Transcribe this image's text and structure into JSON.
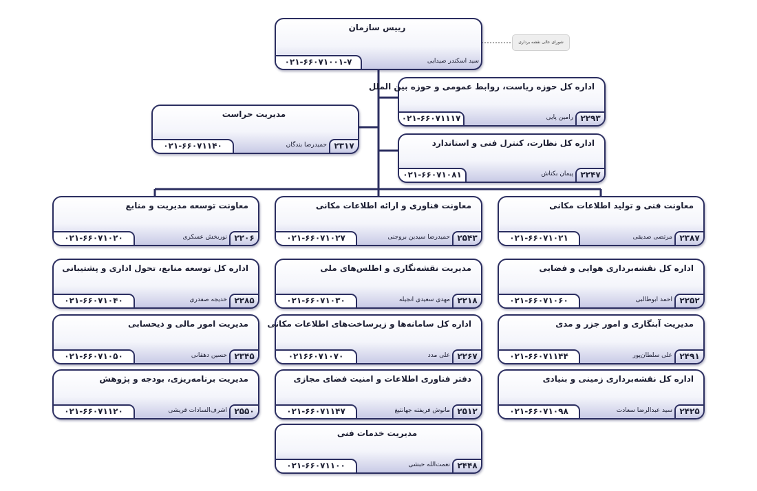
{
  "note": {
    "label": "شورای عالی نقشه برداری"
  },
  "cards": [
    {
      "id": "head",
      "title": "رییس سازمان",
      "ext": "",
      "person": "سید اسکندر صیدایی",
      "phone": "۰۲۱-۶۶۰۷۱۰۰۱-۷"
    },
    {
      "id": "c1",
      "title": "اداره کل حوزه ریاست، روابط عمومی و حوزه بین الملل",
      "ext": "۲۲۹۳",
      "person": "رامین پایی",
      "phone": "۰۲۱-۶۶۰۷۱۱۱۷"
    },
    {
      "id": "c2",
      "title": "مدیریت حراست",
      "ext": "۲۳۱۷",
      "person": "حمیدرضا بندگان",
      "phone": "۰۲۱-۶۶۰۷۱۱۴۰"
    },
    {
      "id": "c3",
      "title": "اداره کل نظارت، کنترل فنی و استاندارد",
      "ext": "۲۲۴۷",
      "person": "پیمان بکتاش",
      "phone": "۰۲۱-۶۶۰۷۱۰۸۱"
    },
    {
      "id": "r1",
      "title": "معاونت فنی و تولید اطلاعات مکانی",
      "ext": "۲۳۸۷",
      "person": "مرتضی صدیقی",
      "phone": "۰۲۱-۶۶۰۷۱۰۲۱"
    },
    {
      "id": "r2",
      "title": "اداره کل نقشه‌برداری هوایی و فضایی",
      "ext": "۲۲۵۲",
      "person": "احمد ابوطالبی",
      "phone": "۰۲۱-۶۶۰۷۱۰۶۰"
    },
    {
      "id": "r3",
      "title": "مدیریت آبنگاری و امور جزر و مدی",
      "ext": "۲۴۹۱",
      "person": "علی سلطان‌پور",
      "phone": "۰۲۱-۶۶۰۷۱۱۴۴"
    },
    {
      "id": "r4",
      "title": "اداره کل نقشه‌برداری زمینی و بنیادی",
      "ext": "۲۴۲۵",
      "person": "سید عبدالرضا سعادت",
      "phone": "۰۲۱-۶۶۰۷۱۰۹۸"
    },
    {
      "id": "m1",
      "title": "معاونت فناوری و ارائه اطلاعات مکانی",
      "ext": "۲۵۴۳",
      "person": "حمیدرضا سیدین بروجنی",
      "phone": "۰۲۱-۶۶۰۷۱۰۲۷"
    },
    {
      "id": "m2",
      "title": "مدیریت نقشه‌نگاری و اطلس‌های ملی",
      "ext": "۲۲۱۸",
      "person": "مهدی سعیدی انجیله",
      "phone": "۰۲۱-۶۶۰۷۱۰۳۰"
    },
    {
      "id": "m3",
      "title": "اداره کل سامانه‌ها و زیرساخت‌های اطلاعات مکانی",
      "ext": "۲۲۶۷",
      "person": "علی مدد",
      "phone": "۰۲۱۶۶۰۷۱۰۷۰"
    },
    {
      "id": "m4",
      "title": "دفتر فناوری اطلاعات و امنیت فضای مجازی",
      "ext": "۲۵۱۲",
      "person": "مانوش فریفته جهانتیغ",
      "phone": "۰۲۱-۶۶۰۷۱۱۴۷"
    },
    {
      "id": "m5",
      "title": "مدیریت خدمات فنی",
      "ext": "۲۴۴۸",
      "person": "نعمت‌الله حبشی",
      "phone": "۰۲۱-۶۶۰۷۱۱۰۰"
    },
    {
      "id": "l1",
      "title": "معاونت توسعه مدیریت و منابع",
      "ext": "۲۲۰۶",
      "person": "نوربخش عسکری",
      "phone": "۰۲۱-۶۶۰۷۱۰۲۰"
    },
    {
      "id": "l2",
      "title": "اداره کل توسعه منابع، تحول اداری و پشتیبانی",
      "ext": "۲۲۸۵",
      "person": "خدیجه صفدری",
      "phone": "۰۲۱-۶۶۰۷۱۰۴۰"
    },
    {
      "id": "l3",
      "title": "مدیریت امور مالی و ذیحسابی",
      "ext": "۲۳۴۵",
      "person": "حسین دهقانی",
      "phone": "۰۲۱-۶۶۰۷۱۰۵۰"
    },
    {
      "id": "l4",
      "title": "مدیریت برنامه‌ریزی، بودجه و پژوهش",
      "ext": "۲۵۵۰",
      "person": "اشرف‌السادات قریشی",
      "phone": "۰۲۱-۶۶۰۷۱۱۲۰"
    }
  ]
}
